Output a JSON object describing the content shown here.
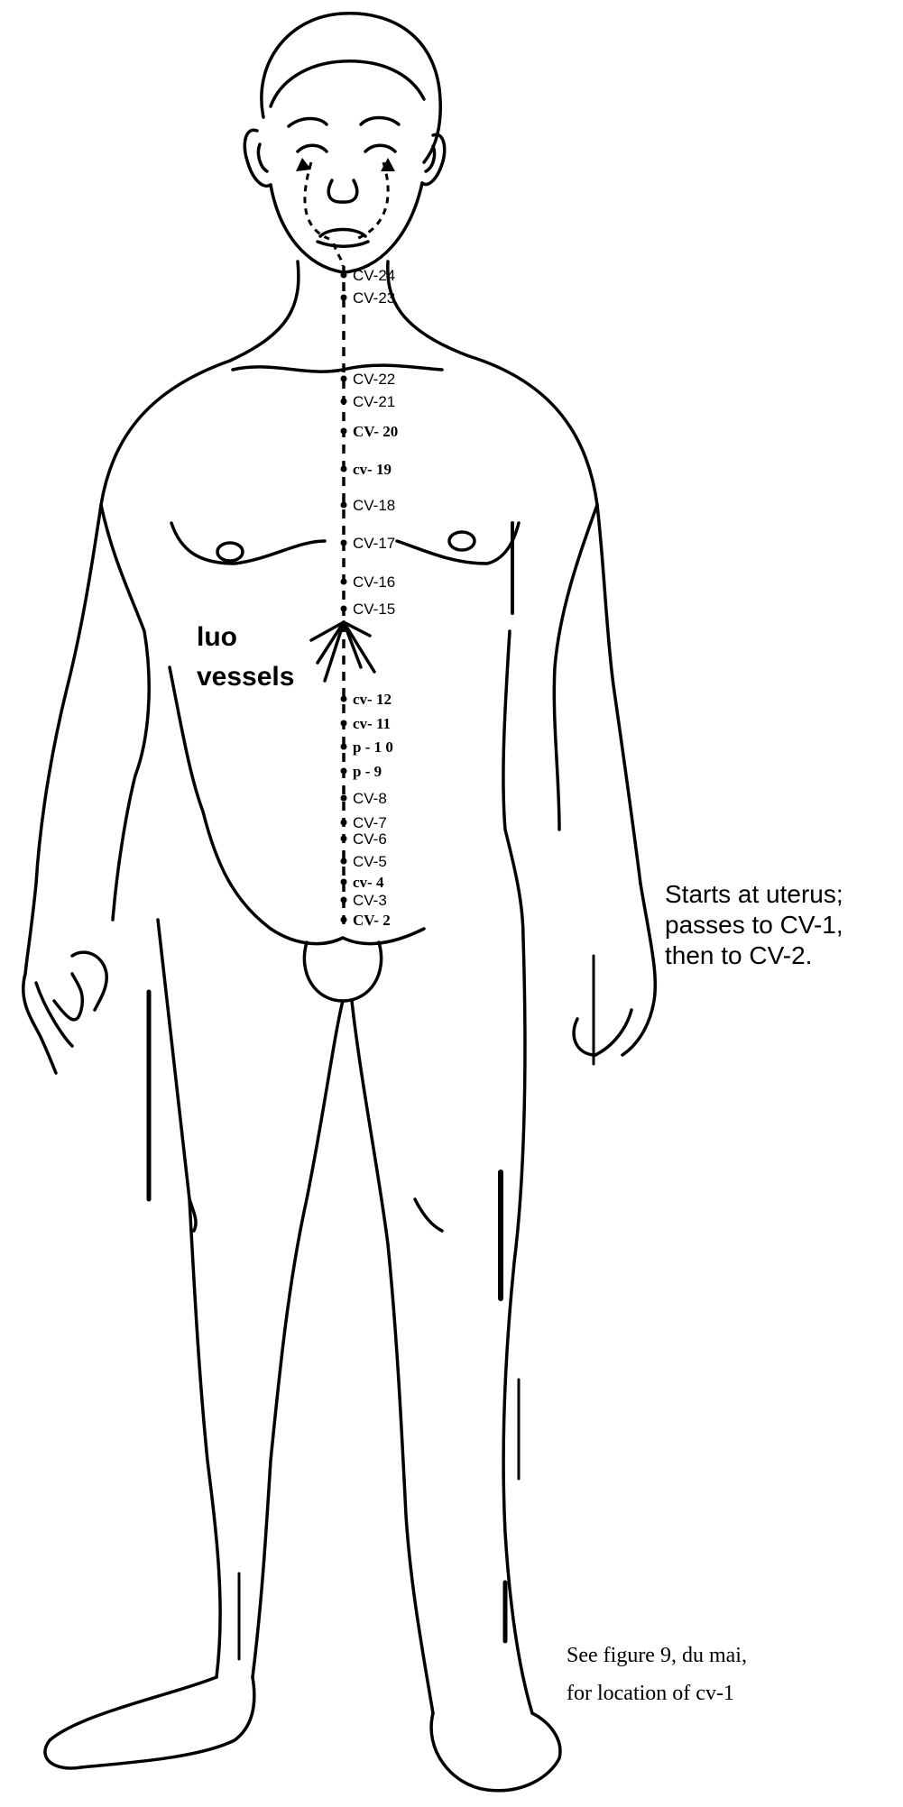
{
  "points": [
    {
      "label": "CV-24",
      "style": "sans"
    },
    {
      "label": "CV-23",
      "style": "sans"
    },
    {
      "label": "CV-22",
      "style": "sans"
    },
    {
      "label": "CV-21",
      "style": "sans"
    },
    {
      "label": "CV- 20",
      "style": "serif"
    },
    {
      "label": "cv- 19",
      "style": "serif"
    },
    {
      "label": "CV-18",
      "style": "sans"
    },
    {
      "label": "CV-17",
      "style": "sans"
    },
    {
      "label": "CV-16",
      "style": "sans"
    },
    {
      "label": "CV-15",
      "style": "sans"
    },
    {
      "label": "cv- 12",
      "style": "serif"
    },
    {
      "label": "cv- 11",
      "style": "serif"
    },
    {
      "label": "p - 1 0",
      "style": "serif"
    },
    {
      "label": "p - 9",
      "style": "serif"
    },
    {
      "label": "CV-8",
      "style": "sans"
    },
    {
      "label": "CV-7",
      "style": "sans"
    },
    {
      "label": "CV-6",
      "style": "sans"
    },
    {
      "label": "CV-5",
      "style": "sans"
    },
    {
      "label": "cv- 4",
      "style": "serif"
    },
    {
      "label": "CV-3",
      "style": "sans"
    },
    {
      "label": "CV- 2",
      "style": "serif"
    }
  ],
  "luo_label": [
    "luo",
    "vessels"
  ],
  "side_note": [
    "Starts at uterus;",
    "passes to CV-1,",
    "then to CV-2."
  ],
  "caption": [
    "See figure 9, du mai,",
    "for location of cv-1"
  ]
}
